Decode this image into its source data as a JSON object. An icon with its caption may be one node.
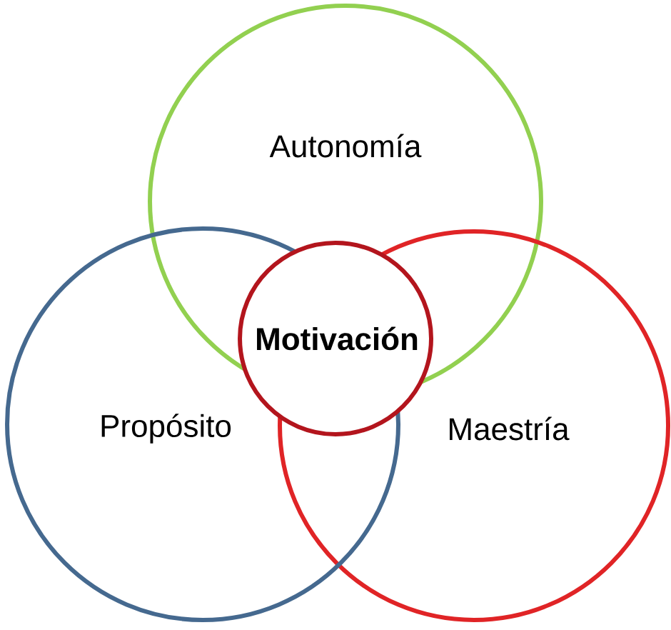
{
  "diagram": {
    "nodes": [
      {
        "text": [
          "Autonomía"
        ]
      },
      {
        "text": [
          "Motivación"
        ]
      },
      {
        "text": [
          "Propósito"
        ]
      },
      {
        "text": [
          "Maestría"
        ]
      }
    ]
  }
}
